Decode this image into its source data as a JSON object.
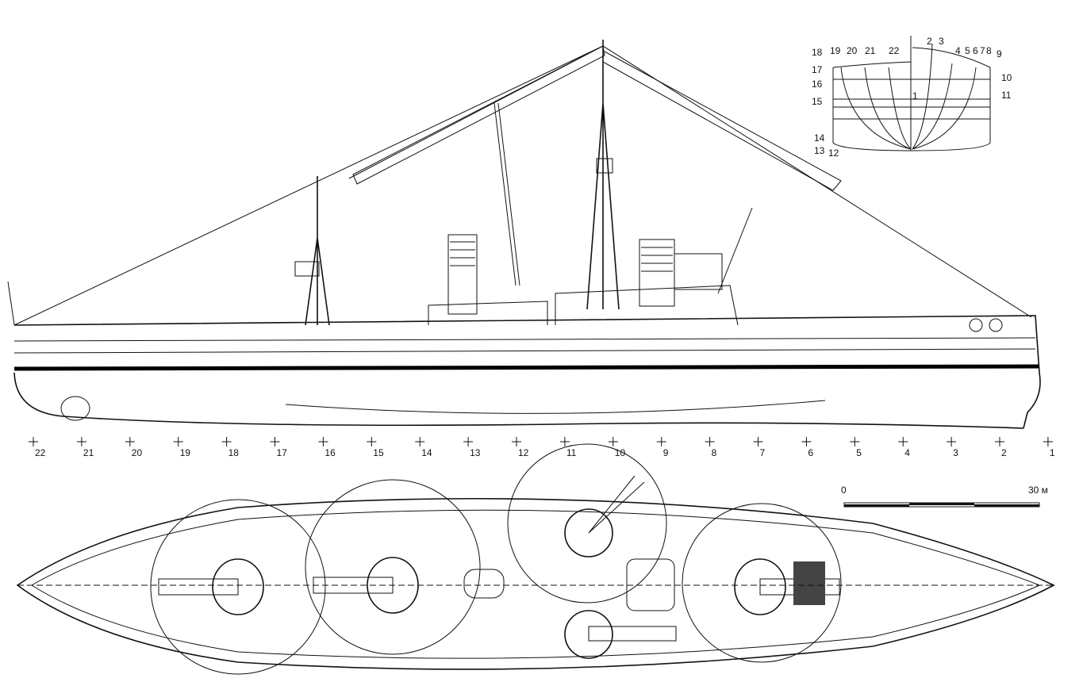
{
  "stations": [
    "22",
    "21",
    "20",
    "19",
    "18",
    "17",
    "16",
    "15",
    "14",
    "13",
    "12",
    "11",
    "10",
    "9",
    "8",
    "7",
    "6",
    "5",
    "4",
    "3",
    "2",
    "1"
  ],
  "body_plan": {
    "left_labels": [
      "18",
      "19",
      "20",
      "21",
      "22",
      "17",
      "16",
      "15",
      "14",
      "13",
      "12"
    ],
    "right_labels": [
      "2",
      "3",
      "4",
      "5",
      "6",
      "7",
      "8",
      "9",
      "10",
      "11"
    ],
    "center_label": "1"
  },
  "scale_bar": {
    "start_label": "0",
    "end_label": "30 м",
    "length_m": 30,
    "segments": 3
  }
}
